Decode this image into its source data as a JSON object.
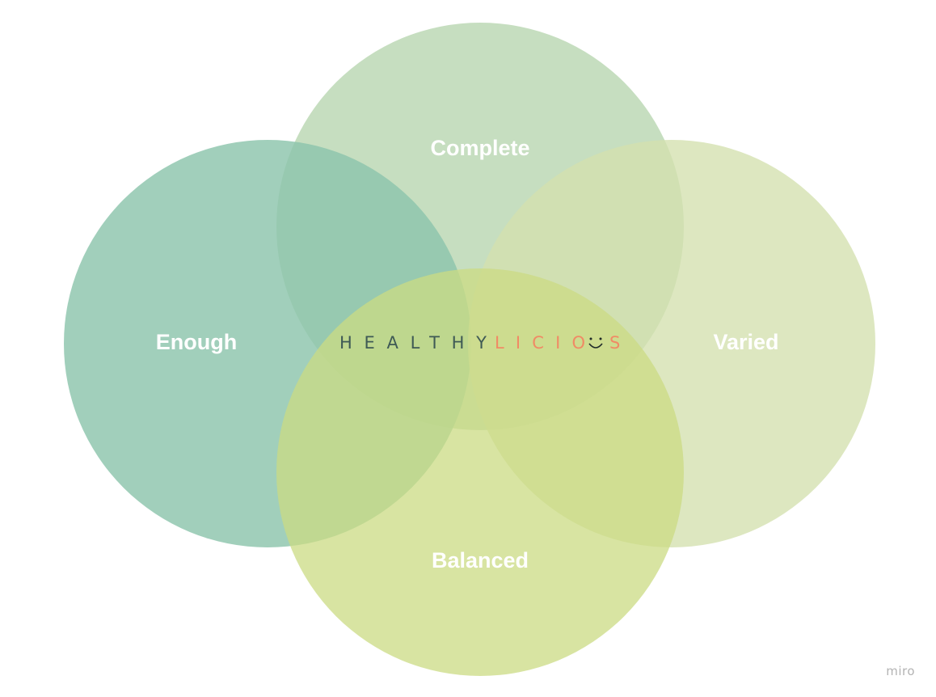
{
  "diagram": {
    "type": "venn",
    "circles": [
      {
        "id": "enough",
        "label": "Enough",
        "color": "#8cc4ac",
        "opacity": 0.82
      },
      {
        "id": "complete",
        "label": "Complete",
        "color": "#b8d6b0",
        "opacity": 0.8
      },
      {
        "id": "varied",
        "label": "Varied",
        "color": "#d4e0ae",
        "opacity": 0.78
      },
      {
        "id": "balanced",
        "label": "Balanced",
        "color": "#cbdb83",
        "opacity": 0.75
      }
    ],
    "logo": {
      "part1": "HEALTHY",
      "part2": "LICIO",
      "smiley": "smiley-icon",
      "part3": "S",
      "part1_color": "#3f5a55",
      "part2_color": "#f08b65"
    }
  },
  "watermark": "miro"
}
